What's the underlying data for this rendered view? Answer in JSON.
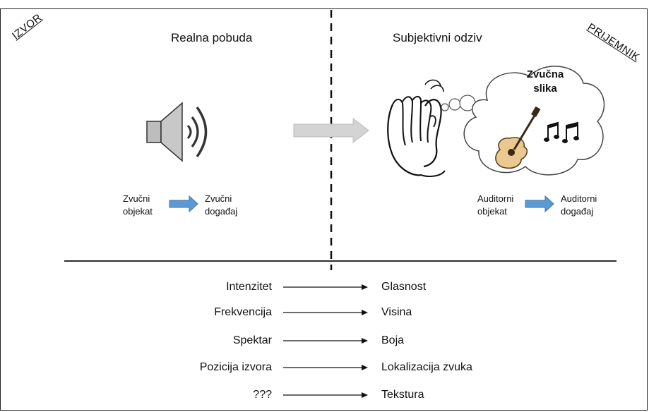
{
  "corners": {
    "left": "IZVOR",
    "right": "PRIJEMNIK"
  },
  "left_panel": {
    "title": "Realna pobuda",
    "from": [
      "Zvučni",
      "objekat"
    ],
    "to": [
      "Zvučni",
      "događaj"
    ]
  },
  "right_panel": {
    "title": "Subjektivni odziv",
    "cloud": [
      "Zvučna",
      "slika"
    ],
    "from": [
      "Auditorni",
      "objekat"
    ],
    "to": [
      "Auditorni",
      "događaj"
    ]
  },
  "mappings": [
    {
      "physical": "Intenzitet",
      "perceptual": "Glasnost"
    },
    {
      "physical": "Frekvencija",
      "perceptual": "Visina"
    },
    {
      "physical": "Spektar",
      "perceptual": "Boja"
    },
    {
      "physical": "Pozicija izvora",
      "perceptual": "Lokalizacija zvuka"
    },
    {
      "physical": "???",
      "perceptual": "Tekstura"
    }
  ],
  "colors": {
    "flow_arrow": "#5b9bd5",
    "big_arrow": "#d4d4d4",
    "line": "#111111"
  }
}
